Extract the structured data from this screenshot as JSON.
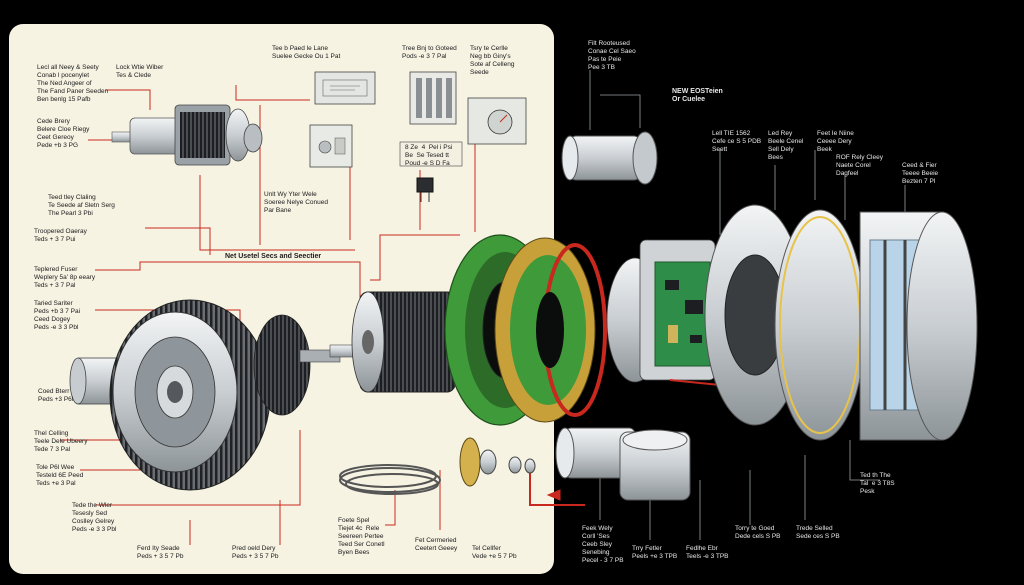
{
  "colors": {
    "panel": "#f6f3e3",
    "background": "#000000",
    "leader_red": "#c8281e",
    "stator_green": "#3f9a3a",
    "pcb_green": "#2f8d4a",
    "metal": "#d9dde0",
    "fin_dark": "#2b2d30",
    "highlight_yellow": "#e8c34a"
  },
  "labels": {
    "top_left_a": "Lecl all Neey & Seety\nConab l pocenylet\nThe Ned Angeer of\nThe Fand Paner Seeden\nBen benlg 15 Pafb",
    "top_left_b": "Lock Wtie Wiber\nTes & Clede",
    "top_center_a": "Tee b Paed le Lane\nSuelee Gecke Ou 1 Pat",
    "top_center_b": "Tree Bnj to Goteed\nPods -e 3 7 Pal",
    "top_center_c": "Tsry te Cerlle\nNeg bb Giny's\nSote af Celleng\nSeede",
    "upper_left_c": "Cede Brery\nBelere Cloe Riegy\nCeet Gereoy\nPede +b 3 PG",
    "small_tag": "8 Ze  4  Pel i Psi\nBe  Se Tesed tt\nPoud -e S D Fa",
    "mid_small": "Unlt Wy Yter Wele\nSoeree Nelye Conued\nPar Bane",
    "left_mid_a": "Teed tley Claling\nTe Seede af Sletn Serg\nThe Pearl 3 Pbi",
    "left_mid_b": "Troopered Oaeray\nTeds + 3 7 Pui",
    "center_banner": "Net Usetel Secs and Seectier",
    "left_a": "Teplered Fuser\nWeplery 5a' 8p eeary\nTeds + 3 7 Pal",
    "left_b": "Taried Sariter\nPeds +b 3 7 Pai\nCeed Dogey\nPeds -e 3 3 Pbl",
    "left_c": "Coed Bterr\nPeds +3 P6l",
    "left_d": "Thel Celling\nTeele Dele Ubeery\nTede 7 3 Pal",
    "left_e": "Tole P6l Wee\nTesteld 6E Peed\nTeds +e 3 Pal",
    "left_f": "Tede the Wler\nTesesly Sed\nCoslley Gelrey\nPeds -e 3 3 Pbl",
    "bottom_a": "Ferd Ity Seade\nPeds + 3 5 7 Pb",
    "bottom_b": "Pred oeld Dery\nPeds + 3 5 7 Pb",
    "bottom_c": "Foete Spel\nTiejet 4c  Rele\nSeereen Pertee\nTeed Ser Conetl\nByen Bees",
    "bottom_d": "Fet Cermeried\nCeetert Geeey",
    "bottom_e": "Tel Cellfer\nVede +e 5 7 Pb",
    "dark_top_a": "Filt Rooteused\nConae Cel Saeo\nPas te Peie\nPee 3 TB",
    "dark_top_b": "NEW EOSTeien\nOr Cuelee",
    "dark_mid_a": "Lell TIE 1562\nCefe ce S 5 PDB\nSeett",
    "dark_mid_b": "Led Rey\nBeele Cenel\nSell Dely\nBees",
    "dark_mid_c": "Feet Ie Niine\nCeeee Dery\nBeek",
    "dark_mid_d": "ROF Rely Cleey\nNaete Corel\nDagfeel",
    "dark_mid_e": "Ceed & Fier\nTeeee Beeie\nBezten 7 Pl",
    "dark_lower_a": "Ted th The\nTal  e 3 T8S\nPesk",
    "dark_bottom_a": "Feek Wely\nCorll 'Ses\nCeeb Sley\nSenebing\nPecel - 3 7 PB",
    "dark_bottom_b": "Trry Fetler\nPeels +e 3 TPB",
    "dark_bottom_c": "Fedlhe Ebr\nTeels -e 3 TPB",
    "dark_bottom_d": "Torry te Goed\nDede cels S PB",
    "dark_bottom_e": "Trede Selled\nSede ces S PB"
  }
}
